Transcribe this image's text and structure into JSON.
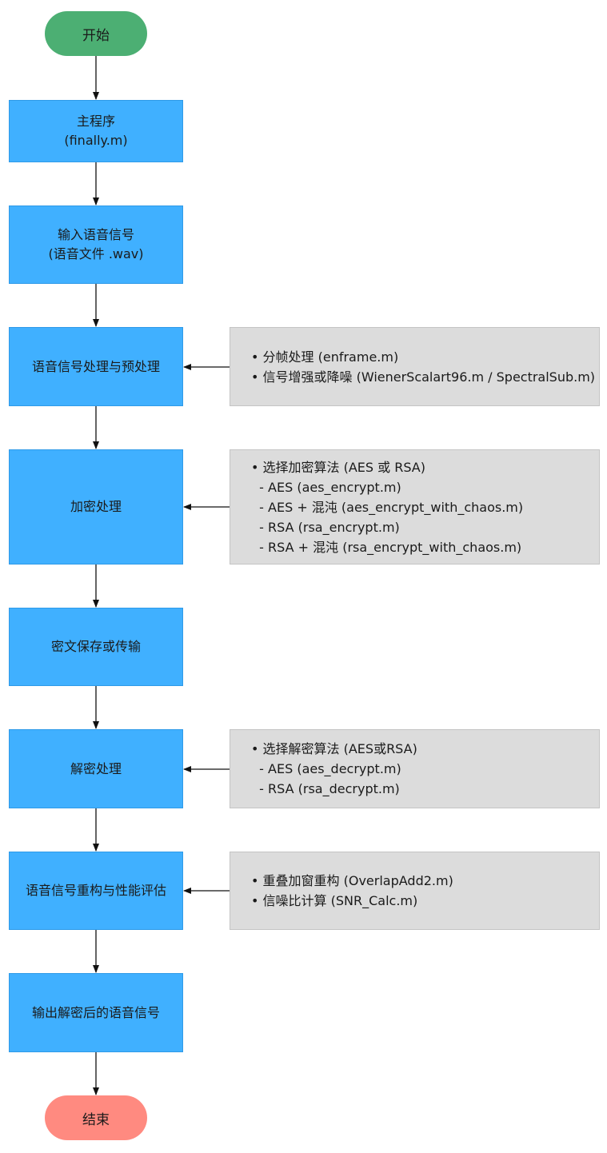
{
  "start": "开始",
  "end": "结束",
  "steps": [
    {
      "lines": [
        "主程序",
        "(finally.m)"
      ]
    },
    {
      "lines": [
        "输入语音信号",
        "(语音文件 .wav)"
      ]
    },
    {
      "lines": [
        "语音信号处理与预处理"
      ]
    },
    {
      "lines": [
        "加密处理"
      ]
    },
    {
      "lines": [
        "密文保存或传输"
      ]
    },
    {
      "lines": [
        "解密处理"
      ]
    },
    {
      "lines": [
        "语音信号重构与性能评估"
      ]
    },
    {
      "lines": [
        "输出解密后的语音信号"
      ]
    }
  ],
  "notes": {
    "preprocess": [
      "• 分帧处理 (enframe.m)",
      "• 信号增强或降噪 (WienerScalart96.m / SpectralSub.m)"
    ],
    "encrypt": [
      "• 选择加密算法 (AES 或 RSA)",
      "  - AES (aes_encrypt.m)",
      "  - AES + 混沌 (aes_encrypt_with_chaos.m)",
      "  - RSA (rsa_encrypt.m)",
      "  - RSA + 混沌 (rsa_encrypt_with_chaos.m)"
    ],
    "decrypt": [
      "• 选择解密算法 (AES或RSA)",
      "  - AES (aes_decrypt.m)",
      "  - RSA (rsa_decrypt.m)"
    ],
    "reconstruct": [
      "• 重叠加窗重构 (OverlapAdd2.m)",
      "• 信噪比计算 (SNR_Calc.m)"
    ]
  }
}
